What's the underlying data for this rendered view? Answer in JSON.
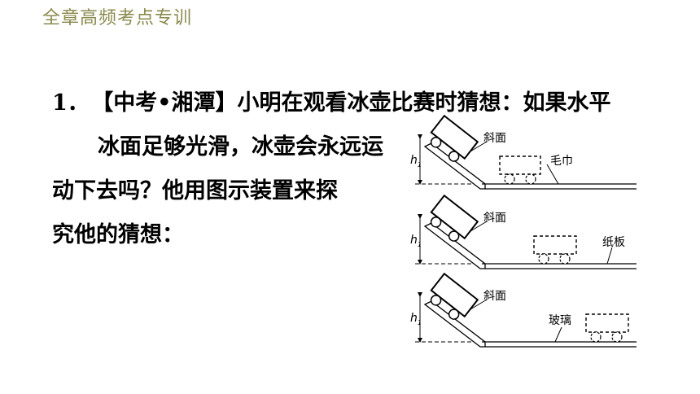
{
  "header": {
    "title": "全章高频考点专训"
  },
  "question": {
    "number": "1．",
    "line1": "【中考•湘潭】小明在观看冰壶比赛时猜想：如果水平",
    "line2": "冰面足够光滑，冰壶会永远运",
    "line3": "动下去吗？他用图示装置来探",
    "line4": "究他的猜想："
  },
  "figure": {
    "panels": [
      {
        "slope_label": "斜面",
        "surface_label": "毛巾",
        "height_label": "h",
        "height_sub": "1"
      },
      {
        "slope_label": "斜面",
        "surface_label": "纸板",
        "height_label": "h",
        "height_sub": "1"
      },
      {
        "slope_label": "斜面",
        "surface_label": "玻璃",
        "height_label": "h",
        "height_sub": "1"
      }
    ]
  }
}
